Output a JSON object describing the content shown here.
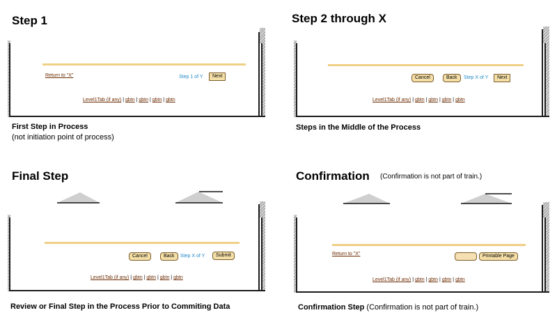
{
  "panels": {
    "step1": {
      "title": "Step 1",
      "return_link": "Return to \"X\"",
      "step_text": "Step 1 of Y",
      "next_button": "Next",
      "caption": "First Step in Process",
      "caption_sub": "(not initiation point of process)"
    },
    "step2": {
      "title": "Step 2 through X",
      "cancel_button": "Cancel",
      "back_button": "Back",
      "step_text": "Step X of Y",
      "next_button": "Next",
      "caption": "Steps in the Middle of the Process"
    },
    "final": {
      "title": "Final Step",
      "cancel_button": "Cancel",
      "back_button": "Back",
      "step_text": "Step X of Y",
      "submit_button": "Submit",
      "caption": "Review or Final Step in the Process Prior to Commiting Data"
    },
    "confirm": {
      "title": "Confirmation",
      "title_note": "(Confirmation is not part of train.)",
      "return_link": "Return to \"X\"",
      "printable_button": "Printable Page",
      "caption": "Confirmation Step",
      "caption_note": "(Confirmation is not part of train.)"
    }
  },
  "tabs": {
    "level1": "Level1Tab (if any)",
    "sep": "|",
    "gbtn1": "gbtn",
    "gbtn2": "gbtn",
    "gbtn3": "gbtn",
    "gbtn4": "gbtn"
  },
  "colors": {
    "rule": "#f0cf86",
    "button_fill": "#f5dfa8",
    "link": "#6b2a00",
    "step_text": "#1e88c8"
  }
}
